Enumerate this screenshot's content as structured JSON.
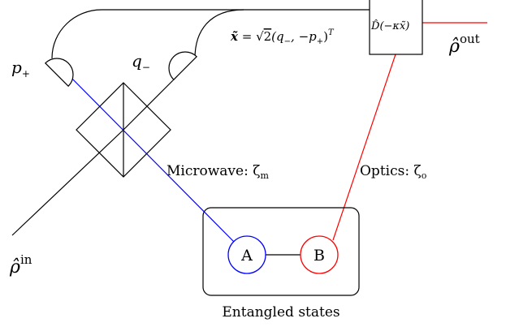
{
  "labels": {
    "p_plus": {
      "base": "p",
      "sub": "+"
    },
    "q_minus": {
      "base": "q",
      "sub": "−"
    },
    "x_def": {
      "lhs": "x̃",
      "eq": " = ",
      "sqrt": "√",
      "two": "2",
      "vec": "(q",
      "qsub": "−",
      "mid": ", −p",
      "psub": "+",
      "close": ")",
      "sup": "T"
    },
    "displacement": {
      "op": "D̂",
      "arg": "(−κx̃)"
    },
    "rho_out": {
      "base": "ρ̂",
      "sup": "out"
    },
    "rho_in": {
      "base": "ρ̂",
      "sup": "in"
    },
    "microwave": {
      "text": "Microwave: ζ",
      "sub": "m"
    },
    "optics": {
      "text": "Optics: ζ",
      "sub": "o"
    },
    "node_a": "A",
    "node_b": "B",
    "entangled": "Entangled states"
  },
  "colors": {
    "microwave_line": "#0000ff",
    "optics_line": "#ff0000",
    "black": "#000000"
  }
}
